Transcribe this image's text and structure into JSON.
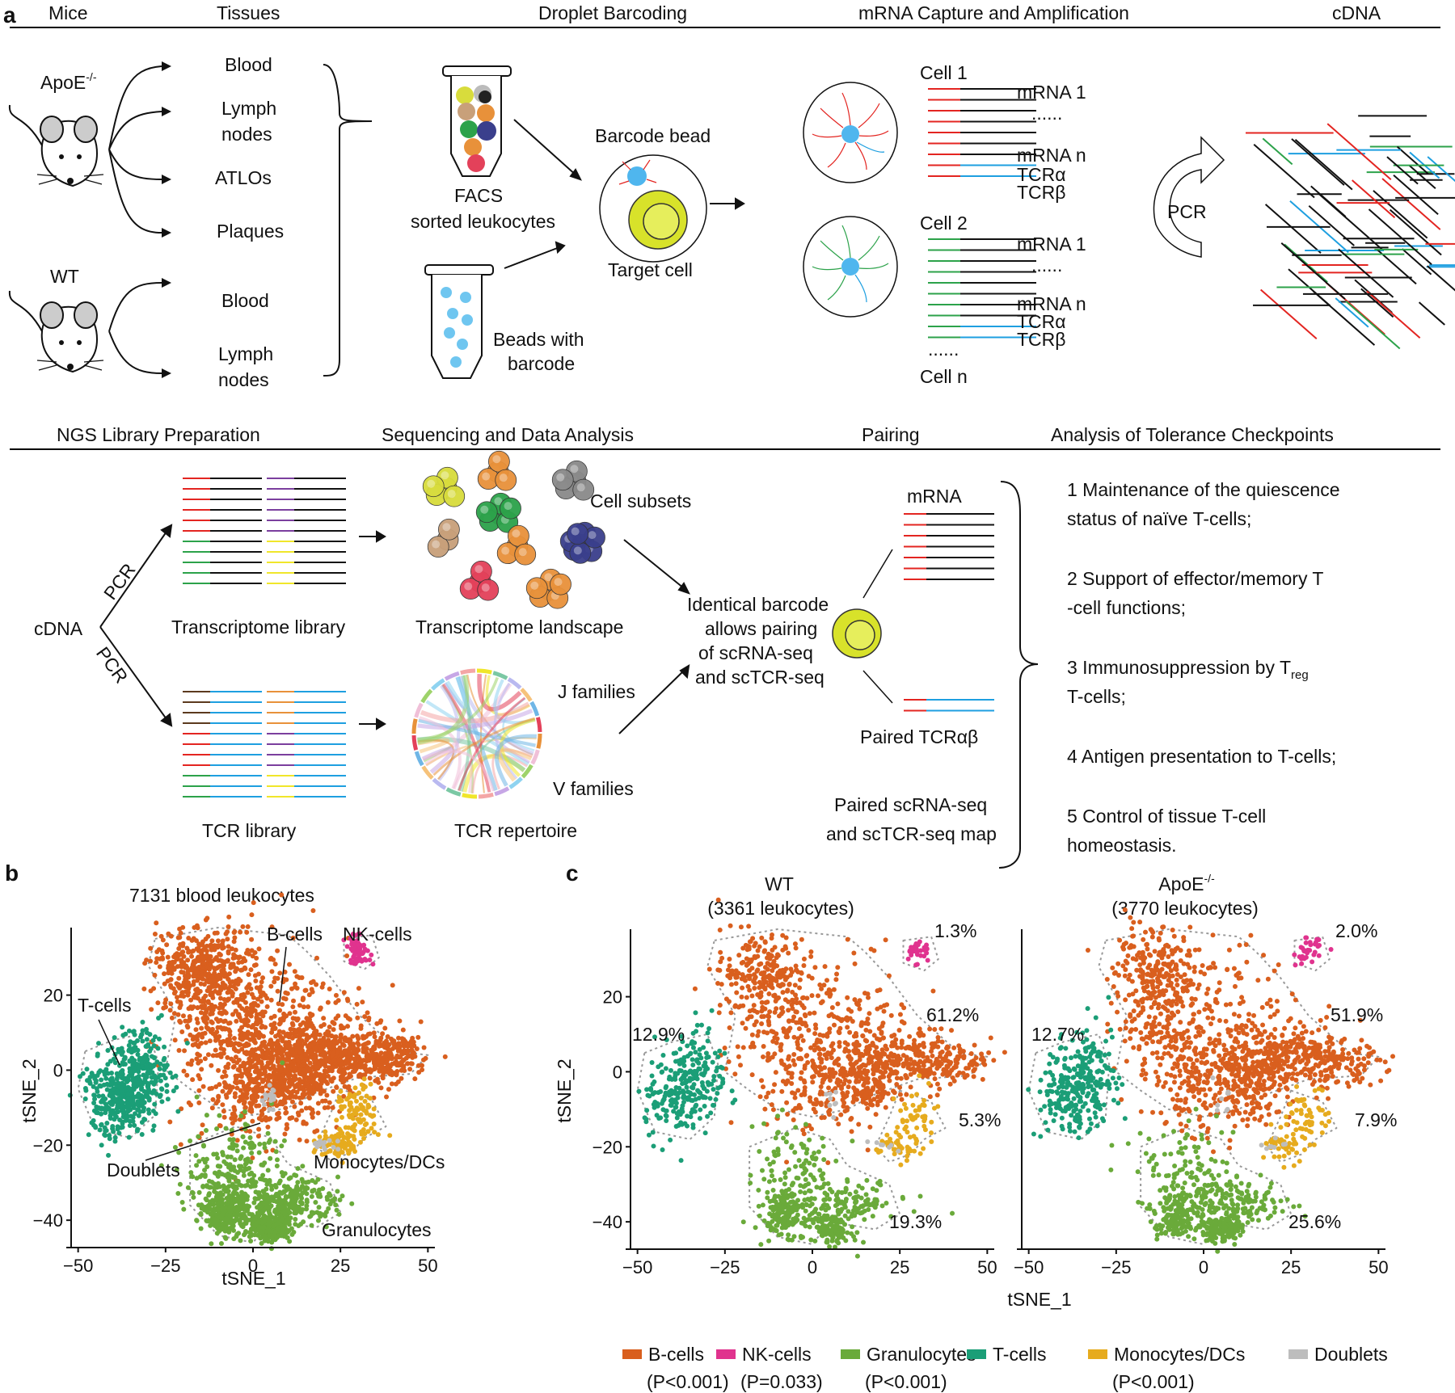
{
  "panels": {
    "a": "a",
    "b": "b",
    "c": "c"
  },
  "workflow_top": {
    "headers": [
      "Mice",
      "Tissues",
      "Droplet Barcoding",
      "mRNA Capture and Amplification",
      "cDNA"
    ],
    "mice": {
      "apoe": "ApoE",
      "apoe_sup": "-/-",
      "wt": "WT"
    },
    "tissues_apoe": [
      "Blood",
      "Lymph",
      "nodes",
      "ATLOs",
      "Plaques"
    ],
    "tissues_wt": [
      "Blood",
      "Lymph",
      "nodes"
    ],
    "facs": [
      "FACS",
      "sorted leukocytes"
    ],
    "beads": [
      "Beads with",
      "barcode"
    ],
    "barcode_bead": "Barcode bead",
    "target_cell": "Target cell",
    "cell1": {
      "title": "Cell 1",
      "labels": [
        "mRNA 1",
        "......",
        "mRNA n",
        "TCRα",
        "TCRβ"
      ]
    },
    "cell2": {
      "title": "Cell 2",
      "labels": [
        "mRNA 1",
        "......",
        "mRNA n",
        "TCRα",
        "TCRβ"
      ]
    },
    "celln": [
      "......",
      "Cell n"
    ],
    "pcr": "PCR"
  },
  "workflow_bottom": {
    "headers": [
      "NGS Library Preparation",
      "Sequencing and Data Analysis",
      "Pairing",
      "Analysis of Tolerance Checkpoints"
    ],
    "cdna": "cDNA",
    "pcr1": "PCR",
    "pcr2": "PCR",
    "transcriptome_library": "Transcriptome library",
    "tcr_library": "TCR library",
    "cell_subsets": "Cell subsets",
    "transcriptome_landscape": "Transcriptome landscape",
    "j_families": "J families",
    "v_families": "V families",
    "tcr_repertoire": "TCR repertoire",
    "identical": [
      "Identical barcode",
      "allows pairing",
      "of scRNA-seq",
      "and scTCR-seq"
    ],
    "mrna": "mRNA",
    "paired_tcr": "Paired TCRαβ",
    "paired_map": [
      "Paired scRNA-seq",
      "and scTCR-seq map"
    ],
    "checkpoints": [
      [
        "1    Maintenance of the quiescence",
        "status of naïve T-cells;"
      ],
      [
        "2    Support of effector/memory T",
        "-cell functions;"
      ],
      [
        "3    Immunosuppression by T",
        "T-cells;"
      ],
      [
        "4    Antigen presentation to T-cells;"
      ],
      [
        "5    Control of tissue T-cell",
        "homeostasis."
      ]
    ],
    "treg_sub": "reg"
  },
  "colors": {
    "B-cells": "#D95F1E",
    "NK-cells": "#E0338E",
    "Granulocytes": "#6AAA3A",
    "T-cells": "#1B9E77",
    "Monocytes/DCs": "#E6AB1E",
    "Doublets": "#BDBDBD",
    "red": "#E32521",
    "green": "#2CA24A",
    "blue": "#1E9FE0",
    "purple": "#7B3F9E",
    "yellow": "#F0E62A",
    "brown": "#5C3A1E"
  },
  "chart_data": [
    {
      "type": "scatter",
      "title": "7131  blood leukocytes",
      "xlabel": "tSNE_1",
      "ylabel": "tSNE_2",
      "xlim": [
        -52,
        52
      ],
      "ylim": [
        -46,
        38
      ],
      "xticks": [
        -50,
        -25,
        0,
        25,
        50
      ],
      "yticks": [
        20,
        0,
        -20,
        -40
      ],
      "cluster_labels": [
        "B-cells",
        "NK-cells",
        "T-cells",
        "Doublets",
        "Monocytes/DCs",
        "Granulocytes"
      ],
      "series": [
        {
          "name": "B-cells",
          "center": [
            5,
            12
          ],
          "n": 2400
        },
        {
          "name": "NK-cells",
          "center": [
            30,
            32
          ],
          "n": 60
        },
        {
          "name": "T-cells",
          "center": [
            -38,
            -2
          ],
          "n": 600
        },
        {
          "name": "Granulocytes",
          "center": [
            -2,
            -28
          ],
          "n": 1100
        },
        {
          "name": "Monocytes/DCs",
          "center": [
            30,
            -14
          ],
          "n": 200
        },
        {
          "name": "Doublets",
          "center": [
            5,
            -10
          ],
          "n": 40
        }
      ]
    },
    {
      "type": "scatter",
      "title": "WT",
      "subtitle": "(3361 leukocytes)",
      "xlabel": "tSNE_1",
      "ylabel": "tSNE_2",
      "xlim": [
        -52,
        52
      ],
      "ylim": [
        -46,
        38
      ],
      "xticks": [
        -50,
        -25,
        0,
        25,
        50
      ],
      "yticks": [
        20,
        0,
        -20,
        -40
      ],
      "percentages": {
        "NK-cells": "1.3%",
        "B-cells": "61.2%",
        "T-cells": "12.9%",
        "Monocytes/DCs": "5.3%",
        "Granulocytes": "19.3%"
      }
    },
    {
      "type": "scatter",
      "title": "ApoE",
      "title_sup": "-/-",
      "subtitle": "(3770 leukocytes)",
      "xlabel": "tSNE_1",
      "ylabel": "",
      "xlim": [
        -52,
        52
      ],
      "ylim": [
        -46,
        38
      ],
      "xticks": [
        -50,
        -25,
        0,
        25,
        50
      ],
      "percentages": {
        "NK-cells": "2.0%",
        "B-cells": "51.9%",
        "T-cells": "12.7%",
        "Monocytes/DCs": "7.9%",
        "Granulocytes": "25.6%"
      }
    }
  ],
  "legend": [
    {
      "name": "B-cells",
      "p": "(P<0.001)"
    },
    {
      "name": "NK-cells",
      "p": "(P=0.033)"
    },
    {
      "name": "Granulocytes",
      "p": "(P<0.001)"
    },
    {
      "name": "T-cells",
      "p": ""
    },
    {
      "name": "Monocytes/DCs",
      "p": "(P<0.001)"
    },
    {
      "name": "Doublets",
      "p": ""
    }
  ]
}
